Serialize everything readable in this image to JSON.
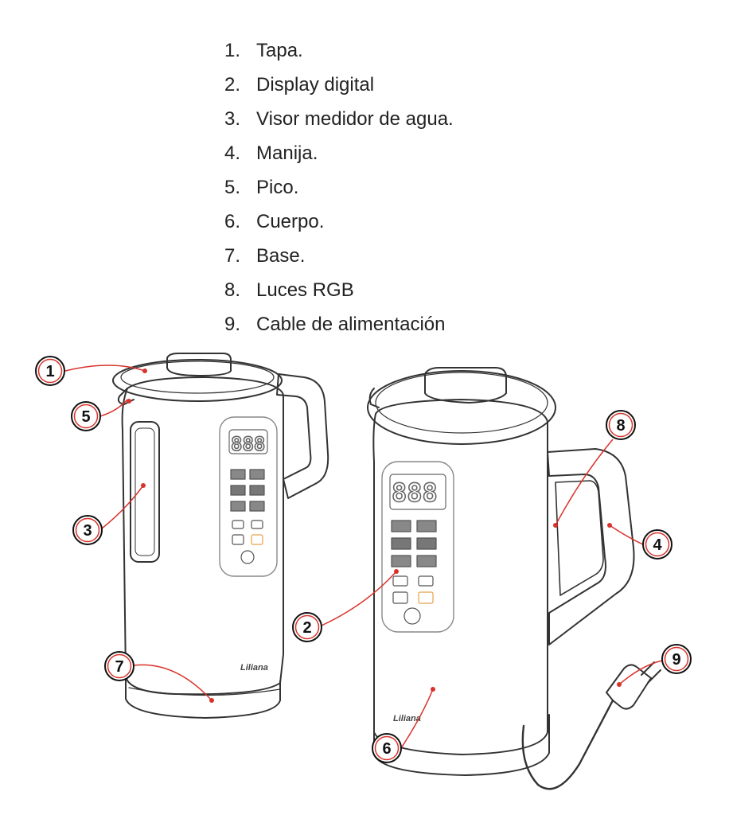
{
  "parts": [
    {
      "num": "1.",
      "label": "Tapa."
    },
    {
      "num": "2.",
      "label": "Display digital"
    },
    {
      "num": "3.",
      "label": "Visor medidor de agua."
    },
    {
      "num": "4.",
      "label": "Manija."
    },
    {
      "num": "5.",
      "label": "Pico."
    },
    {
      "num": "6.",
      "label": "Cuerpo."
    },
    {
      "num": "7.",
      "label": "Base."
    },
    {
      "num": "8.",
      "label": "Luces RGB"
    },
    {
      "num": "9.",
      "label": "Cable de alimentación"
    }
  ],
  "callouts": [
    "1",
    "2",
    "3",
    "4",
    "5",
    "6",
    "7",
    "8",
    "9"
  ],
  "display_digits": "888",
  "brand_text": "Liliana",
  "colors": {
    "callout_line": "#d9322b",
    "callout_ring": "#d9322b",
    "sketch": "#333333",
    "text": "#222222"
  }
}
